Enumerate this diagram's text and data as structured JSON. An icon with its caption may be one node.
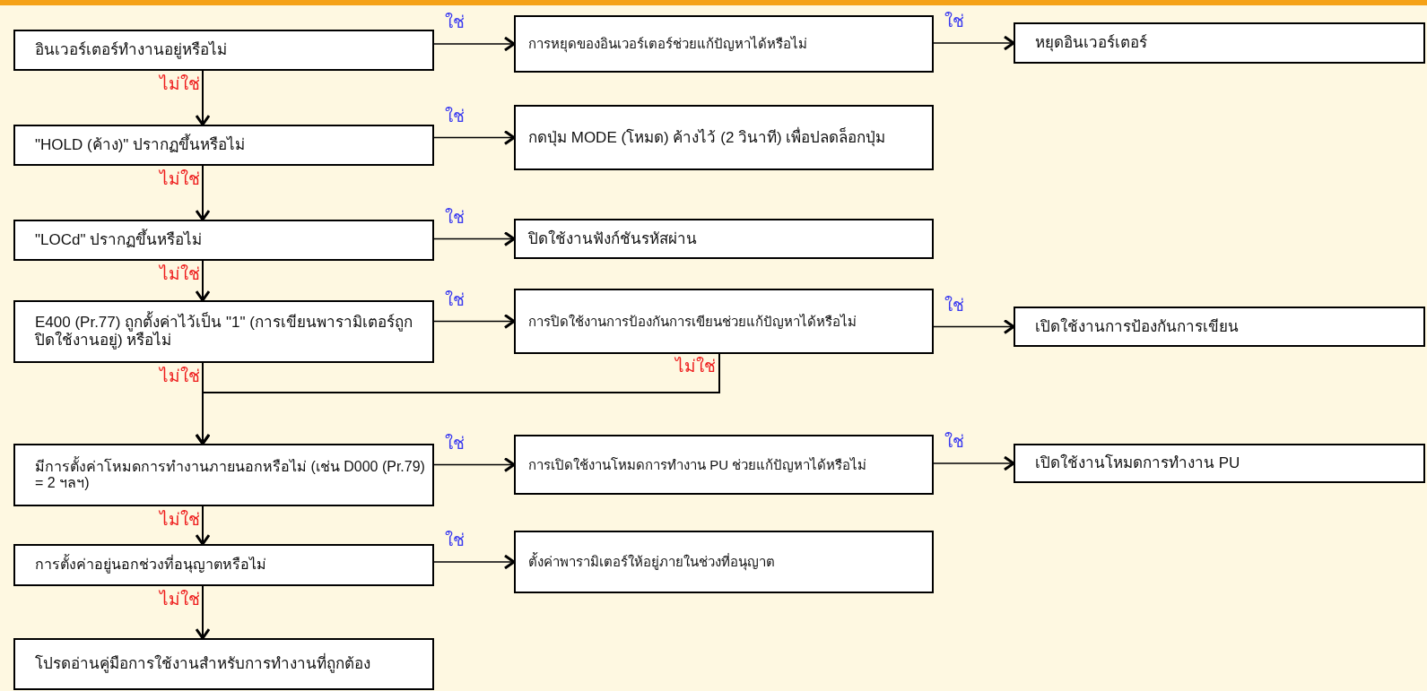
{
  "diagram": {
    "nodes": [
      {
        "text": [
          "อินเวอร์เตอร์ทำงานอยู่หรือไม่"
        ]
      },
      {
        "text": [
          "การหยุดของอินเวอร์เตอร์ช่วยแก้ปัญหาได้หรือไม่"
        ]
      },
      {
        "text": [
          "หยุดอินเวอร์เตอร์"
        ]
      },
      {
        "text": [
          "\"HOLD (ค้าง)\" ปรากฏขึ้นหรือไม่"
        ]
      },
      {
        "text": [
          "กดปุ่ม MODE (โหมด) ค้างไว้ (2 วินาที) เพื่อปลดล็อกปุ่ม"
        ]
      },
      {
        "text": [
          "\"LOCd\" ปรากฏขึ้นหรือไม่"
        ]
      },
      {
        "text": [
          "ปิดใช้งานฟังก์ชันรหัสผ่าน"
        ]
      },
      {
        "text": [
          "E400 (Pr.77) ถูกตั้งค่าไว้เป็น \"1\" (การเขียนพารามิเตอร์ถูกปิดใช้งานอยู่) หรือไม่"
        ]
      },
      {
        "text": [
          "การปิดใช้งานการป้องกันการเขียนช่วยแก้ปัญหาได้หรือไม่"
        ]
      },
      {
        "text": [
          "เปิดใช้งานการป้องกันการเขียน"
        ]
      },
      {
        "text": [
          "มีการตั้งค่าโหมดการทำงานภายนอกหรือไม่ (เช่น D000 (Pr.79) = 2 ฯลฯ)"
        ]
      },
      {
        "text": [
          "การเปิดใช้งานโหมดการทำงาน PU ช่วยแก้ปัญหาได้หรือไม่"
        ]
      },
      {
        "text": [
          "เปิดใช้งานโหมดการทำงาน PU"
        ]
      },
      {
        "text": [
          "การตั้งค่าอยู่นอกช่วงที่อนุญาตหรือไม่"
        ]
      },
      {
        "text": [
          "ตั้งค่าพารามิเตอร์ให้อยู่ภายในช่วงที่อนุญาต"
        ]
      },
      {
        "text": [
          "โปรดอ่านคู่มือการใช้งานสำหรับการทำงานที่ถูกต้อง"
        ]
      }
    ],
    "edges": [
      {
        "from": 0,
        "to": 1,
        "arrow": "to",
        "label": "ใช่"
      },
      {
        "from": 1,
        "to": 2,
        "arrow": "to",
        "label": "ใช่"
      },
      {
        "from": 0,
        "to": 3,
        "arrow": "to",
        "label": "ไม่ใช่"
      },
      {
        "from": 3,
        "to": 4,
        "arrow": "to",
        "label": "ใช่"
      },
      {
        "from": 3,
        "to": 5,
        "arrow": "to",
        "label": "ไม่ใช่"
      },
      {
        "from": 5,
        "to": 6,
        "arrow": "to",
        "label": "ใช่"
      },
      {
        "from": 5,
        "to": 7,
        "arrow": "to",
        "label": "ไม่ใช่"
      },
      {
        "from": 7,
        "to": 8,
        "arrow": "to",
        "label": "ใช่"
      },
      {
        "from": 8,
        "to": 9,
        "arrow": "to",
        "label": "ใช่"
      },
      {
        "from": 7,
        "to": 10,
        "arrow": "to",
        "label": "ไม่ใช่"
      },
      {
        "from": 8,
        "to": 10,
        "arrow": "to",
        "label": "ไม่ใช่"
      },
      {
        "from": 10,
        "to": 11,
        "arrow": "to",
        "label": "ใช่"
      },
      {
        "from": 11,
        "to": 12,
        "arrow": "to",
        "label": "ใช่"
      },
      {
        "from": 10,
        "to": 13,
        "arrow": "to",
        "label": "ไม่ใช่"
      },
      {
        "from": 13,
        "to": 14,
        "arrow": "to",
        "label": "ใช่"
      },
      {
        "from": 13,
        "to": 15,
        "arrow": "to",
        "label": "ไม่ใช่"
      }
    ]
  }
}
